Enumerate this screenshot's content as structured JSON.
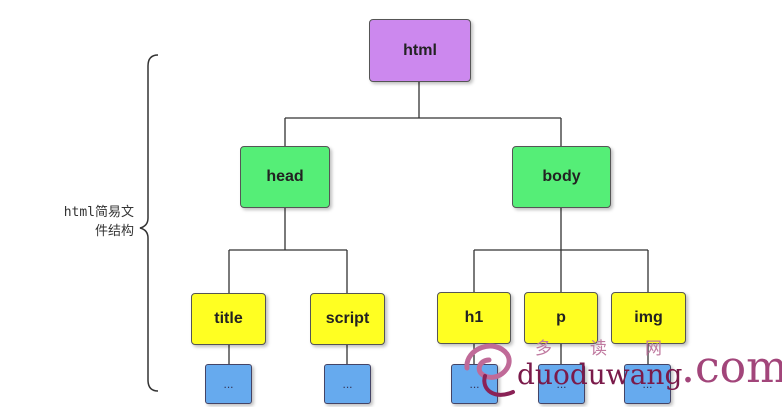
{
  "diagram": {
    "side_label_line1": "html简易文",
    "side_label_line2": "件结构",
    "root": "html",
    "head": "head",
    "body": "body",
    "head_children": [
      "title",
      "script"
    ],
    "body_children": [
      "h1",
      "p",
      "img"
    ],
    "leaf_label": "...",
    "colors": {
      "root": "#cc88ee",
      "level2": "#55ee77",
      "level3": "#ffff22",
      "leaf": "#66aaee",
      "line": "#333333"
    }
  },
  "watermark": {
    "chars": [
      "多",
      "读",
      "网"
    ],
    "site": "duoduwang",
    "tld": ".com"
  }
}
